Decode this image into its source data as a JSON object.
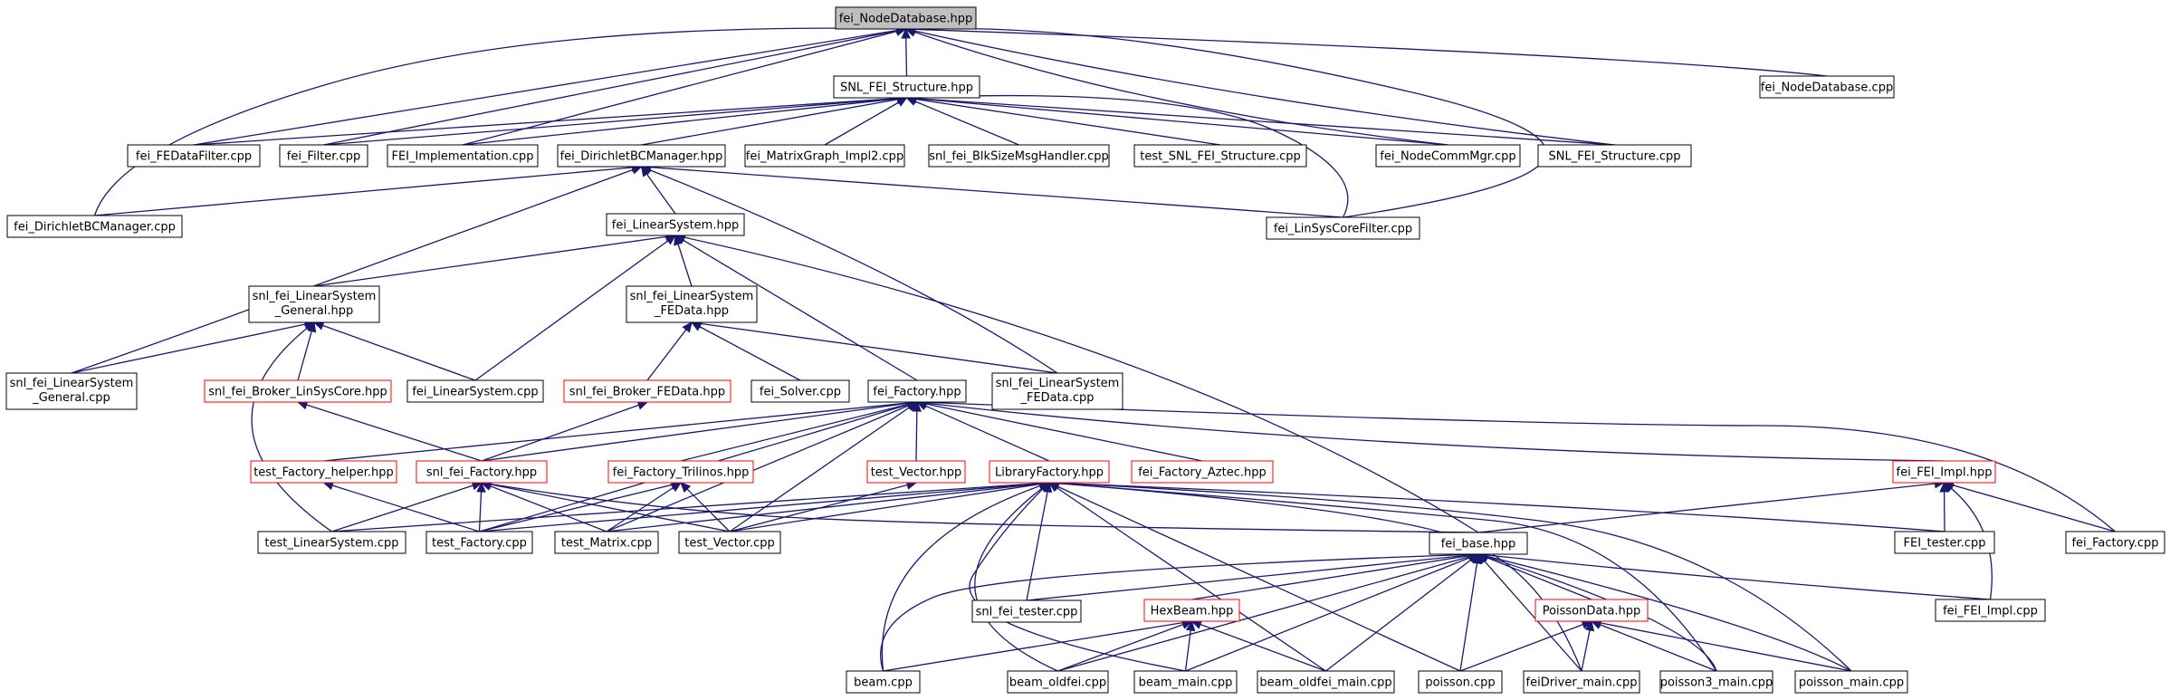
{
  "colors": {
    "edge": "#191970",
    "node_border": "#000000",
    "partial_node_border": "#ff0000",
    "root_fill": "#bfbfbf",
    "node_fill": "#ffffff"
  },
  "nodes": [
    {
      "id": "root",
      "label": "fei_NodeDatabase.hpp",
      "style": "root"
    },
    {
      "id": "snl_struct_hpp",
      "label": "SNL_FEI_Structure.hpp",
      "style": "normal"
    },
    {
      "id": "nodedb_cpp",
      "label": "fei_NodeDatabase.cpp",
      "style": "normal"
    },
    {
      "id": "fedatafilter",
      "label": "fei_FEDataFilter.cpp",
      "style": "normal"
    },
    {
      "id": "filter",
      "label": "fei_Filter.cpp",
      "style": "normal"
    },
    {
      "id": "fei_impl_cpp",
      "label": "FEI_Implementation.cpp",
      "style": "normal"
    },
    {
      "id": "dirichlet_hpp",
      "label": "fei_DirichletBCManager.hpp",
      "style": "normal"
    },
    {
      "id": "matrixgraph",
      "label": "fei_MatrixGraph_Impl2.cpp",
      "style": "normal"
    },
    {
      "id": "blksize",
      "label": "snl_fei_BlkSizeMsgHandler.cpp",
      "style": "normal"
    },
    {
      "id": "test_snl",
      "label": "test_SNL_FEI_Structure.cpp",
      "style": "normal"
    },
    {
      "id": "nodecomm",
      "label": "fei_NodeCommMgr.cpp",
      "style": "normal"
    },
    {
      "id": "snl_struct_cpp",
      "label": "SNL_FEI_Structure.cpp",
      "style": "normal"
    },
    {
      "id": "dirichlet_cpp",
      "label": "fei_DirichletBCManager.cpp",
      "style": "normal"
    },
    {
      "id": "linsys_hpp",
      "label": "fei_LinearSystem.hpp",
      "style": "normal"
    },
    {
      "id": "linsyscore",
      "label": "fei_LinSysCoreFilter.cpp",
      "style": "normal"
    },
    {
      "id": "general_hpp",
      "label": [
        "snl_fei_LinearSystem",
        "_General.hpp"
      ],
      "style": "normal"
    },
    {
      "id": "fedata_hpp",
      "label": [
        "snl_fei_LinearSystem",
        "_FEData.hpp"
      ],
      "style": "normal"
    },
    {
      "id": "general_cpp",
      "label": [
        "snl_fei_LinearSystem",
        "_General.cpp"
      ],
      "style": "normal"
    },
    {
      "id": "broker_lsc",
      "label": "snl_fei_Broker_LinSysCore.hpp",
      "style": "partial"
    },
    {
      "id": "linsys_cpp",
      "label": "fei_LinearSystem.cpp",
      "style": "normal"
    },
    {
      "id": "broker_fed",
      "label": "snl_fei_Broker_FEData.hpp",
      "style": "partial"
    },
    {
      "id": "solver",
      "label": "fei_Solver.cpp",
      "style": "normal"
    },
    {
      "id": "factory_hpp",
      "label": "fei_Factory.hpp",
      "style": "normal"
    },
    {
      "id": "fedata_cpp",
      "label": [
        "snl_fei_LinearSystem",
        "_FEData.cpp"
      ],
      "style": "normal"
    },
    {
      "id": "tf_helper",
      "label": "test_Factory_helper.hpp",
      "style": "partial"
    },
    {
      "id": "snl_factory",
      "label": "snl_fei_Factory.hpp",
      "style": "partial"
    },
    {
      "id": "trilinos",
      "label": "fei_Factory_Trilinos.hpp",
      "style": "partial"
    },
    {
      "id": "test_vector_hpp",
      "label": "test_Vector.hpp",
      "style": "partial"
    },
    {
      "id": "libfactory",
      "label": "LibraryFactory.hpp",
      "style": "partial"
    },
    {
      "id": "aztec",
      "label": "fei_Factory_Aztec.hpp",
      "style": "partial"
    },
    {
      "id": "fei_impl_hpp",
      "label": "fei_FEI_Impl.hpp",
      "style": "partial"
    },
    {
      "id": "test_linsys",
      "label": "test_LinearSystem.cpp",
      "style": "normal"
    },
    {
      "id": "test_factory",
      "label": "test_Factory.cpp",
      "style": "normal"
    },
    {
      "id": "test_matrix",
      "label": "test_Matrix.cpp",
      "style": "normal"
    },
    {
      "id": "test_vector",
      "label": "test_Vector.cpp",
      "style": "normal"
    },
    {
      "id": "fei_base",
      "label": "fei_base.hpp",
      "style": "normal"
    },
    {
      "id": "fei_tester",
      "label": "FEI_tester.cpp",
      "style": "normal"
    },
    {
      "id": "factory_cpp",
      "label": "fei_Factory.cpp",
      "style": "normal"
    },
    {
      "id": "snl_tester",
      "label": "snl_fei_tester.cpp",
      "style": "normal"
    },
    {
      "id": "hexbeam",
      "label": "HexBeam.hpp",
      "style": "partial"
    },
    {
      "id": "poissondata",
      "label": "PoissonData.hpp",
      "style": "partial"
    },
    {
      "id": "fei_impl_cpp2",
      "label": "fei_FEI_Impl.cpp",
      "style": "normal"
    },
    {
      "id": "beam",
      "label": "beam.cpp",
      "style": "normal"
    },
    {
      "id": "beam_oldfei",
      "label": "beam_oldfei.cpp",
      "style": "normal"
    },
    {
      "id": "beam_main",
      "label": "beam_main.cpp",
      "style": "normal"
    },
    {
      "id": "beam_oldfei_main",
      "label": "beam_oldfei_main.cpp",
      "style": "normal"
    },
    {
      "id": "poisson",
      "label": "poisson.cpp",
      "style": "normal"
    },
    {
      "id": "feidriver",
      "label": "feiDriver_main.cpp",
      "style": "normal"
    },
    {
      "id": "poisson3",
      "label": "poisson3_main.cpp",
      "style": "normal"
    },
    {
      "id": "poisson_main",
      "label": "poisson_main.cpp",
      "style": "normal"
    }
  ],
  "edges": [
    [
      "snl_struct_hpp",
      "root"
    ],
    [
      "fedatafilter",
      "root"
    ],
    [
      "filter",
      "root"
    ],
    [
      "fei_impl_cpp",
      "root"
    ],
    [
      "dirichlet_cpp",
      "root"
    ],
    [
      "nodecomm",
      "root"
    ],
    [
      "snl_struct_cpp",
      "root"
    ],
    [
      "linsyscore",
      "root"
    ],
    [
      "nodedb_cpp",
      "root"
    ],
    [
      "fedatafilter",
      "snl_struct_hpp"
    ],
    [
      "filter",
      "snl_struct_hpp"
    ],
    [
      "fei_impl_cpp",
      "snl_struct_hpp"
    ],
    [
      "dirichlet_hpp",
      "snl_struct_hpp"
    ],
    [
      "matrixgraph",
      "snl_struct_hpp"
    ],
    [
      "blksize",
      "snl_struct_hpp"
    ],
    [
      "test_snl",
      "snl_struct_hpp"
    ],
    [
      "nodecomm",
      "snl_struct_hpp"
    ],
    [
      "snl_struct_cpp",
      "snl_struct_hpp"
    ],
    [
      "linsyscore",
      "snl_struct_hpp"
    ],
    [
      "dirichlet_cpp",
      "dirichlet_hpp"
    ],
    [
      "linsys_hpp",
      "dirichlet_hpp"
    ],
    [
      "linsyscore",
      "dirichlet_hpp"
    ],
    [
      "general_cpp",
      "dirichlet_hpp"
    ],
    [
      "fedata_cpp",
      "dirichlet_hpp"
    ],
    [
      "general_hpp",
      "linsys_hpp"
    ],
    [
      "fedata_hpp",
      "linsys_hpp"
    ],
    [
      "linsys_cpp",
      "linsys_hpp"
    ],
    [
      "factory_hpp",
      "linsys_hpp"
    ],
    [
      "fei_base",
      "linsys_hpp"
    ],
    [
      "general_cpp",
      "general_hpp"
    ],
    [
      "broker_lsc",
      "general_hpp"
    ],
    [
      "linsys_cpp",
      "general_hpp"
    ],
    [
      "test_linsys",
      "general_hpp"
    ],
    [
      "broker_fed",
      "fedata_hpp"
    ],
    [
      "solver",
      "fedata_hpp"
    ],
    [
      "fedata_cpp",
      "fedata_hpp"
    ],
    [
      "snl_factory",
      "broker_lsc"
    ],
    [
      "snl_factory",
      "broker_fed"
    ],
    [
      "tf_helper",
      "factory_hpp"
    ],
    [
      "snl_factory",
      "factory_hpp"
    ],
    [
      "trilinos",
      "factory_hpp"
    ],
    [
      "test_vector_hpp",
      "factory_hpp"
    ],
    [
      "libfactory",
      "factory_hpp"
    ],
    [
      "aztec",
      "factory_hpp"
    ],
    [
      "fei_impl_hpp",
      "factory_hpp"
    ],
    [
      "factory_cpp",
      "factory_hpp"
    ],
    [
      "test_factory",
      "factory_hpp"
    ],
    [
      "test_matrix",
      "factory_hpp"
    ],
    [
      "test_vector",
      "factory_hpp"
    ],
    [
      "test_factory",
      "tf_helper"
    ],
    [
      "test_linsys",
      "snl_factory"
    ],
    [
      "test_factory",
      "snl_factory"
    ],
    [
      "test_matrix",
      "snl_factory"
    ],
    [
      "test_vector",
      "snl_factory"
    ],
    [
      "fei_base",
      "snl_factory"
    ],
    [
      "test_factory",
      "trilinos"
    ],
    [
      "test_matrix",
      "trilinos"
    ],
    [
      "test_vector",
      "trilinos"
    ],
    [
      "test_vector",
      "test_vector_hpp"
    ],
    [
      "test_linsys",
      "libfactory"
    ],
    [
      "test_factory",
      "libfactory"
    ],
    [
      "test_matrix",
      "libfactory"
    ],
    [
      "test_vector",
      "libfactory"
    ],
    [
      "fei_tester",
      "libfactory"
    ],
    [
      "snl_tester",
      "libfactory"
    ],
    [
      "beam",
      "libfactory"
    ],
    [
      "beam_oldfei",
      "libfactory"
    ],
    [
      "beam_main",
      "libfactory"
    ],
    [
      "beam_oldfei_main",
      "libfactory"
    ],
    [
      "poisson",
      "libfactory"
    ],
    [
      "feidriver",
      "libfactory"
    ],
    [
      "poisson3",
      "libfactory"
    ],
    [
      "poisson_main",
      "libfactory"
    ],
    [
      "fei_base",
      "fei_impl_hpp"
    ],
    [
      "fei_tester",
      "fei_impl_hpp"
    ],
    [
      "factory_cpp",
      "fei_impl_hpp"
    ],
    [
      "fei_impl_cpp2",
      "fei_impl_hpp"
    ],
    [
      "snl_tester",
      "fei_base"
    ],
    [
      "hexbeam",
      "fei_base"
    ],
    [
      "poissondata",
      "fei_base"
    ],
    [
      "beam",
      "fei_base"
    ],
    [
      "beam_oldfei",
      "fei_base"
    ],
    [
      "beam_main",
      "fei_base"
    ],
    [
      "beam_oldfei_main",
      "fei_base"
    ],
    [
      "poisson",
      "fei_base"
    ],
    [
      "feidriver",
      "fei_base"
    ],
    [
      "poisson3",
      "fei_base"
    ],
    [
      "poisson_main",
      "fei_base"
    ],
    [
      "fei_impl_cpp2",
      "fei_base"
    ],
    [
      "beam",
      "hexbeam"
    ],
    [
      "beam_oldfei",
      "hexbeam"
    ],
    [
      "beam_main",
      "hexbeam"
    ],
    [
      "beam_oldfei_main",
      "hexbeam"
    ],
    [
      "poisson",
      "poissondata"
    ],
    [
      "feidriver",
      "poissondata"
    ],
    [
      "poisson3",
      "poissondata"
    ],
    [
      "poisson_main",
      "poissondata"
    ]
  ]
}
